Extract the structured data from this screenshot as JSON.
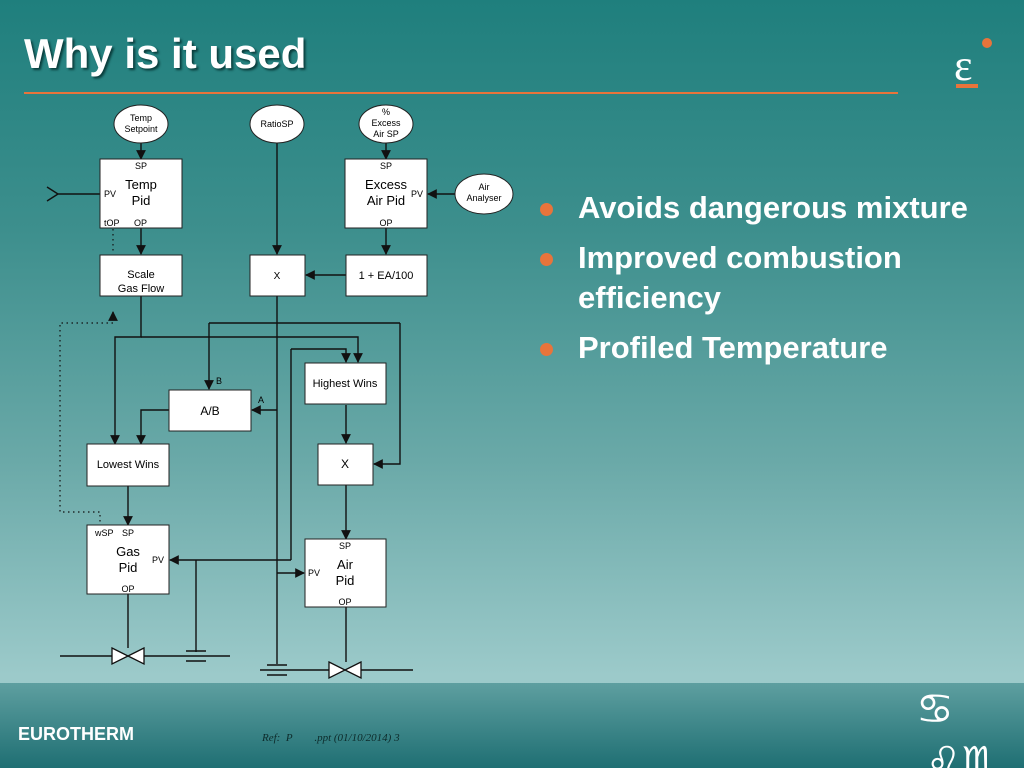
{
  "slide": {
    "title": "Why is it used",
    "bullets": [
      "Avoids dangerous mixture",
      "Improved combustion efficiency",
      "Profiled Temperature"
    ],
    "brand": "EUROTHERM",
    "ref": "Ref:  P        .ppt (01/10/2014) 3",
    "colors": {
      "accent": "#e8743b",
      "title": "#ffffff"
    }
  },
  "diagram": {
    "temp_setpoint": [
      "Temp",
      "Setpoint"
    ],
    "ratio_sp": "RatioSP",
    "excess_air_sp": [
      "%",
      "Excess",
      "Air SP"
    ],
    "air_analyser": [
      "Air",
      "Analyser"
    ],
    "temp_pid": {
      "lines": [
        "Temp",
        "Pid"
      ],
      "sp": "SP",
      "pv": "PV",
      "top": "tOP",
      "op": "OP"
    },
    "excess_air_pid": {
      "lines": [
        "Excess",
        "Air Pid"
      ],
      "sp": "SP",
      "pv": "PV",
      "op": "OP"
    },
    "scale_gas_flow": [
      "Scale",
      "Gas Flow"
    ],
    "multiply_1": "X",
    "ea_calc": "1 + EA/100",
    "highest_wins": "Highest Wins",
    "ab_block": "A/B",
    "label_a": "A",
    "label_b": "B",
    "lowest_wins": "Lowest Wins",
    "multiply_2": "X",
    "gas_pid": {
      "lines": [
        "Gas",
        "Pid"
      ],
      "wsp": "wSP",
      "sp": "SP",
      "pv": "PV",
      "op": "OP"
    },
    "air_pid": {
      "lines": [
        "Air",
        "Pid"
      ],
      "sp": "SP",
      "pv": "PV",
      "op": "OP"
    }
  }
}
